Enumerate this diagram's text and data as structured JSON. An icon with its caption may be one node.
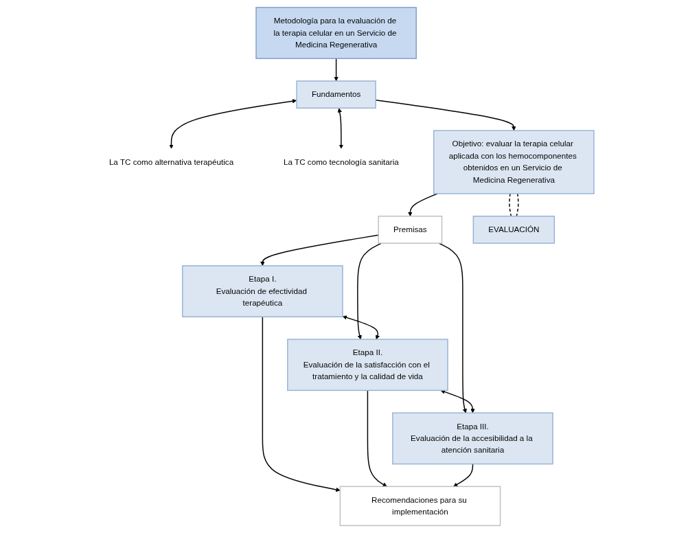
{
  "diagram": {
    "nodes": [
      {
        "text": [
          "Metodología para la evaluación de la terapia celular en un Servicio de Medicina Regenerativa"
        ]
      },
      {
        "text": [
          "La TC como alternativa terapéutica"
        ]
      },
      {
        "text": [
          "Fundamentos"
        ]
      },
      {
        "text": [
          "La TC como tecnología sanitaria"
        ]
      },
      {
        "text": [
          "Objetivo: evaluar la terapia celular aplicada con los hemocomponentes obtenidos en un Servicio de Medicina Regenerativa"
        ]
      },
      {
        "text": [
          "Premisas"
        ]
      },
      {
        "text": [
          "Etapa I.",
          "Evaluación de efectividad terapéutica"
        ]
      },
      {
        "text": [
          "Etapa II.",
          "Evaluación de la satisfacción con el tratamiento y la calidad de vida"
        ]
      },
      {
        "text": [
          "Etapa III.",
          "Evaluación de la accesibilidad a la atención sanitaria"
        ]
      },
      {
        "text": [
          "Recomendaciones para su implementación"
        ]
      },
      {
        "text": [
          "EVALUACIÓN"
        ]
      }
    ],
    "edges": [
      {
        "from": 0,
        "to": 2,
        "arrow": "to"
      },
      {
        "from": 2,
        "to": 1,
        "arrow": "both"
      },
      {
        "from": 2,
        "to": 3,
        "arrow": "both"
      },
      {
        "from": 2,
        "to": 4,
        "arrow": "to"
      },
      {
        "from": 4,
        "to": 5,
        "arrow": "to"
      },
      {
        "from": 5,
        "to": 6,
        "arrow": "to"
      },
      {
        "from": 5,
        "to": 7,
        "arrow": "to"
      },
      {
        "from": 5,
        "to": 8,
        "arrow": "to"
      },
      {
        "from": 6,
        "to": 7,
        "arrow": "both"
      },
      {
        "from": 7,
        "to": 8,
        "arrow": "both"
      },
      {
        "from": 6,
        "to": 9,
        "arrow": "to"
      },
      {
        "from": 7,
        "to": 9,
        "arrow": "to"
      },
      {
        "from": 8,
        "to": 9,
        "arrow": "to"
      },
      {
        "from": 4,
        "to": 10,
        "arrow": "none",
        "style": "dashed"
      },
      {
        "from": 4,
        "to": 10,
        "arrow": "none",
        "style": "dashed"
      }
    ]
  }
}
